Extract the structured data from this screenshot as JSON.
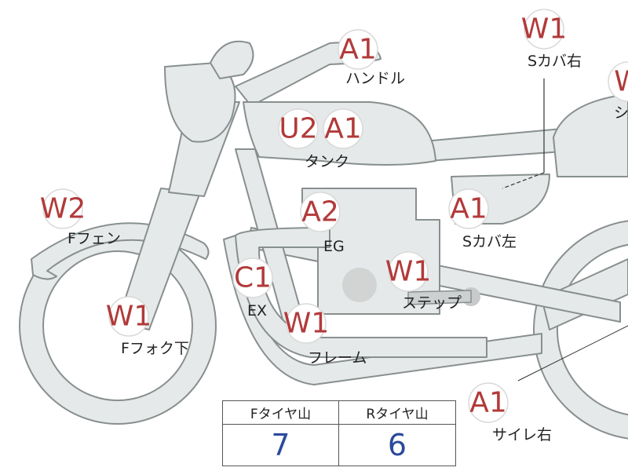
{
  "diagram": {
    "parts": [
      {
        "id": "handle",
        "label": "ハンドル",
        "badges": [
          "A1"
        ]
      },
      {
        "id": "s-cover-right",
        "label": "Sカバ右",
        "badges": [
          "W1"
        ]
      },
      {
        "id": "seat",
        "label": "シ",
        "badges": [
          "W"
        ]
      },
      {
        "id": "tank",
        "label": "タンク",
        "badges": [
          "U2",
          "A1"
        ]
      },
      {
        "id": "f-fender",
        "label": "Fフェン",
        "badges": [
          "W2"
        ]
      },
      {
        "id": "engine",
        "label": "EG",
        "badges": [
          "A2"
        ]
      },
      {
        "id": "s-cover-left",
        "label": "Sカバ左",
        "badges": [
          "A1"
        ]
      },
      {
        "id": "exhaust",
        "label": "EX",
        "badges": [
          "C1"
        ]
      },
      {
        "id": "step",
        "label": "ステップ",
        "badges": [
          "W1"
        ]
      },
      {
        "id": "f-fork-lower",
        "label": "Fフォク下",
        "badges": [
          "W1"
        ]
      },
      {
        "id": "frame",
        "label": "フレーム",
        "badges": [
          "W1"
        ]
      },
      {
        "id": "silencer-right",
        "label": "サイレ右",
        "badges": [
          "A1"
        ]
      }
    ]
  },
  "tire_table": {
    "headers": [
      "Fタイヤ山",
      "Rタイヤ山"
    ],
    "values": [
      "7",
      "6"
    ]
  },
  "colors": {
    "body": "#e6e9e9",
    "outline": "#888f8f",
    "badge_text": "#b23a3a",
    "tire_value": "#2b4a9c"
  }
}
